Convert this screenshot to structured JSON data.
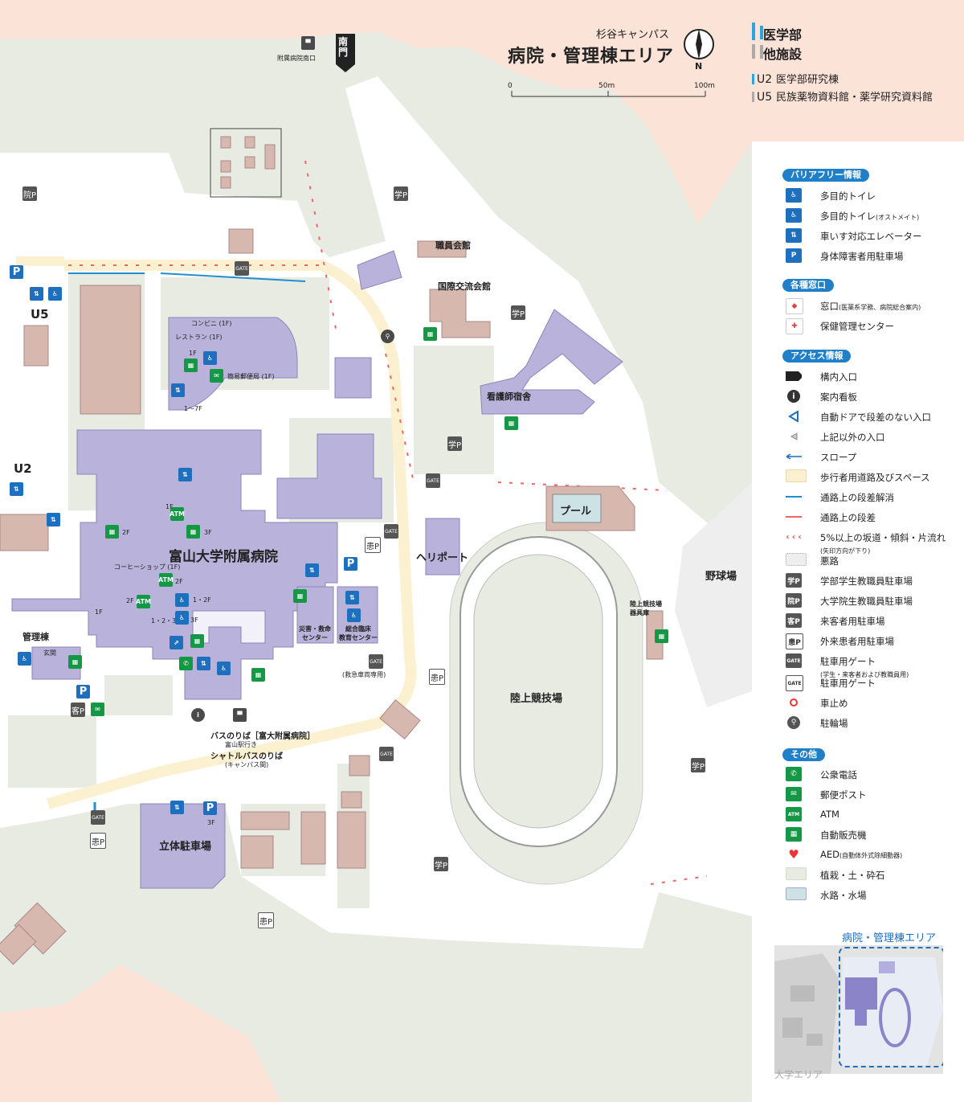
{
  "header": {
    "campus": "杉谷キャンパス",
    "title": "病院・管理棟エリア",
    "north": "N",
    "south_gate": "南門",
    "scale_0": "0",
    "scale_50": "50m",
    "scale_100": "100m",
    "category_med": "医学部",
    "category_other": "他施設",
    "u2_code": "U2",
    "u2_name": "医学部研究棟",
    "u5_code": "U5",
    "u5_name": "民族薬物資料館・薬学研究資料館"
  },
  "map_labels": {
    "hospital_south_exit": "附属病院南口",
    "staff_hall": "職員会館",
    "intl_hall": "国際交流会館",
    "nurse_dorm": "看護師宿舎",
    "pool": "プール",
    "heliport": "ヘリポート",
    "track": "陸上競技場",
    "baseball": "野球場",
    "track_storage": "陸上競技場\n器具庫",
    "hospital": "富山大学附属病院",
    "admin": "管理棟",
    "entrance": "玄関",
    "parking_tower": "立体駐車場",
    "disaster_center": "災害・救命\nセンター",
    "clinical_center": "総合臨床\n教育センター",
    "ambulance_only": "(救急車両専用)",
    "bus_stop": "バスのりば［富大附属病院］",
    "bus_toyama": "富山駅行き",
    "shuttle_stop": "シャトルバスのりば",
    "shuttle_note": "(キャンパス間)",
    "convenience": "コンビニ (1F)",
    "restaurant": "レストラン (1F)",
    "post_office": "簡易郵便局 (1F)",
    "coffee": "コーヒーショップ (1F)",
    "floor_1f": "1F",
    "floor_2f": "2F",
    "floor_3f": "3F",
    "floor_1_2f": "1・2F",
    "floor_1_2_3f": "1・2・3F",
    "floor_1_7f": "1～7F",
    "u5": "U5",
    "u2": "U2",
    "gate": "GATE",
    "park_student": "学P",
    "park_grad": "院P",
    "park_guest": "客P",
    "park_patient": "患P"
  },
  "legend": {
    "barrier_free": {
      "title": "バリアフリー情報",
      "items": [
        "多目的トイレ",
        "多目的トイレ",
        "車いす対応エレベーター",
        "身体障害者用駐車場"
      ],
      "ostomate": "(オストメイト)"
    },
    "counters": {
      "title": "各種窓口",
      "counter": "窓口",
      "counter_note": "(医薬系学務、病院総合案内)",
      "health": "保健管理センター"
    },
    "access": {
      "title": "アクセス情報",
      "items": [
        "構内入口",
        "案内看板",
        "自動ドアで段差のない入口",
        "上記以外の入口",
        "スロープ",
        "歩行者用道路及びスペース",
        "通路上の段差解消",
        "通路上の段差",
        "5%以上の坂道・傾斜・片流れ",
        "悪路",
        "学部学生教職員駐車場",
        "大学院生教職員駐車場",
        "来客者用駐車場",
        "外来患者用駐車場",
        "駐車用ゲート",
        "駐車用ゲート",
        "車止め",
        "駐輪場"
      ],
      "slope_note": "(矢印方向が下り)",
      "gate_note": "(学生・来客者および教職員用)"
    },
    "other": {
      "title": "その他",
      "items": [
        "公衆電話",
        "郵便ポスト",
        "ATM",
        "自動販売機",
        "AED",
        "植栽・土・砕石",
        "水路・水場"
      ],
      "aed_note": "(自動体外式除細動器)"
    },
    "icons": {
      "wc": "WC",
      "atm": "ATM",
      "gate": "GATE"
    }
  },
  "minimap": {
    "title": "病院・管理棟エリア",
    "bottom": "大学エリア"
  },
  "colors": {
    "building_med": "#b9b3dc",
    "building_other": "#d6b8ae",
    "green": "#e8ebe2",
    "outside": "#fce3d8",
    "road": "#ffffff",
    "walkway": "#fbf0cf",
    "accent_blue": "#1f6fbf",
    "accent_green": "#159845"
  }
}
